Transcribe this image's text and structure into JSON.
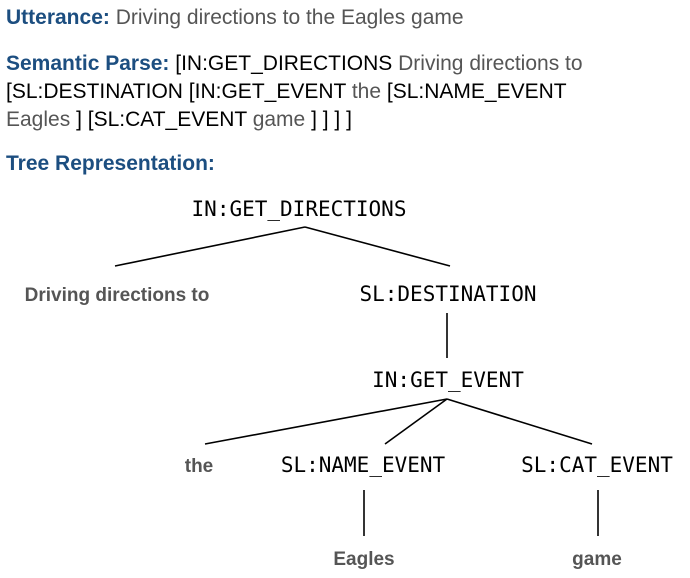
{
  "utterance": {
    "label": "Utterance:",
    "text": "Driving directions to the Eagles game"
  },
  "semantic_parse": {
    "label": "Semantic Parse:",
    "line1": {
      "t1": "[IN:GET_DIRECTIONS",
      "t2": "Driving directions to"
    },
    "line2": {
      "t1": "[SL:DESTINATION [IN:GET_EVENT",
      "t2": "the",
      "t3": "[SL:NAME_EVENT"
    },
    "line3": {
      "t1": "Eagles",
      "t2": "] [SL:CAT_EVENT",
      "t3": "game",
      "t4": "] ] ] ]"
    }
  },
  "tree_heading": "Tree Representation:",
  "tree": {
    "root": "IN:GET_DIRECTIONS",
    "root_leaf": "Driving directions to",
    "destination": "SL:DESTINATION",
    "get_event": "IN:GET_EVENT",
    "leaf_the": "the",
    "name_event": "SL:NAME_EVENT",
    "cat_event": "SL:CAT_EVENT",
    "leaf_eagles": "Eagles",
    "leaf_game": "game"
  }
}
